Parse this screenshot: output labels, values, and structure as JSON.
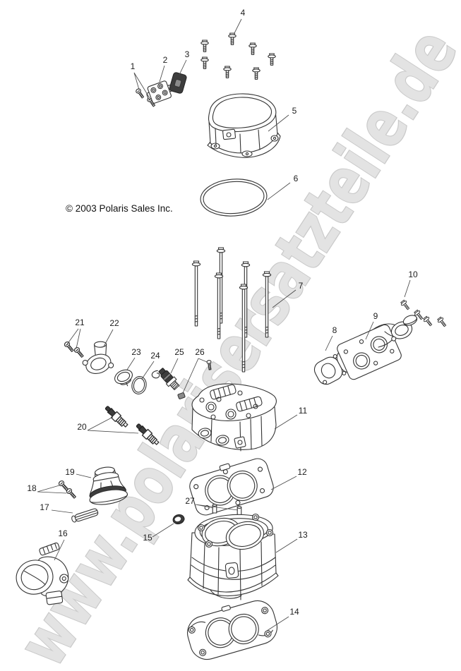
{
  "watermark": {
    "text": "www.polarisersatzteile.de"
  },
  "copyright": {
    "text": "© 2003 Polaris Sales Inc."
  },
  "colors": {
    "background": "#ffffff",
    "line": "#333333",
    "watermark_fill": "#e3e3e3",
    "watermark_stroke": "#c9c9c9",
    "dark_part_fill": "#3d3d3d",
    "callout_text": "#1d1d1d"
  },
  "callouts": {
    "c1": "1",
    "c2": "2",
    "c3": "3",
    "c4": "4",
    "c5": "5",
    "c6": "6",
    "c7": "7",
    "c8": "8",
    "c9": "9",
    "c10": "10",
    "c11": "11",
    "c12": "12",
    "c13": "13",
    "c14": "14",
    "c15": "15",
    "c16": "16",
    "c17": "17",
    "c18": "18",
    "c19": "19",
    "c20": "20",
    "c21": "21",
    "c22": "22",
    "c23": "23",
    "c24": "24",
    "c25": "25",
    "c26": "26",
    "c27": "27"
  }
}
